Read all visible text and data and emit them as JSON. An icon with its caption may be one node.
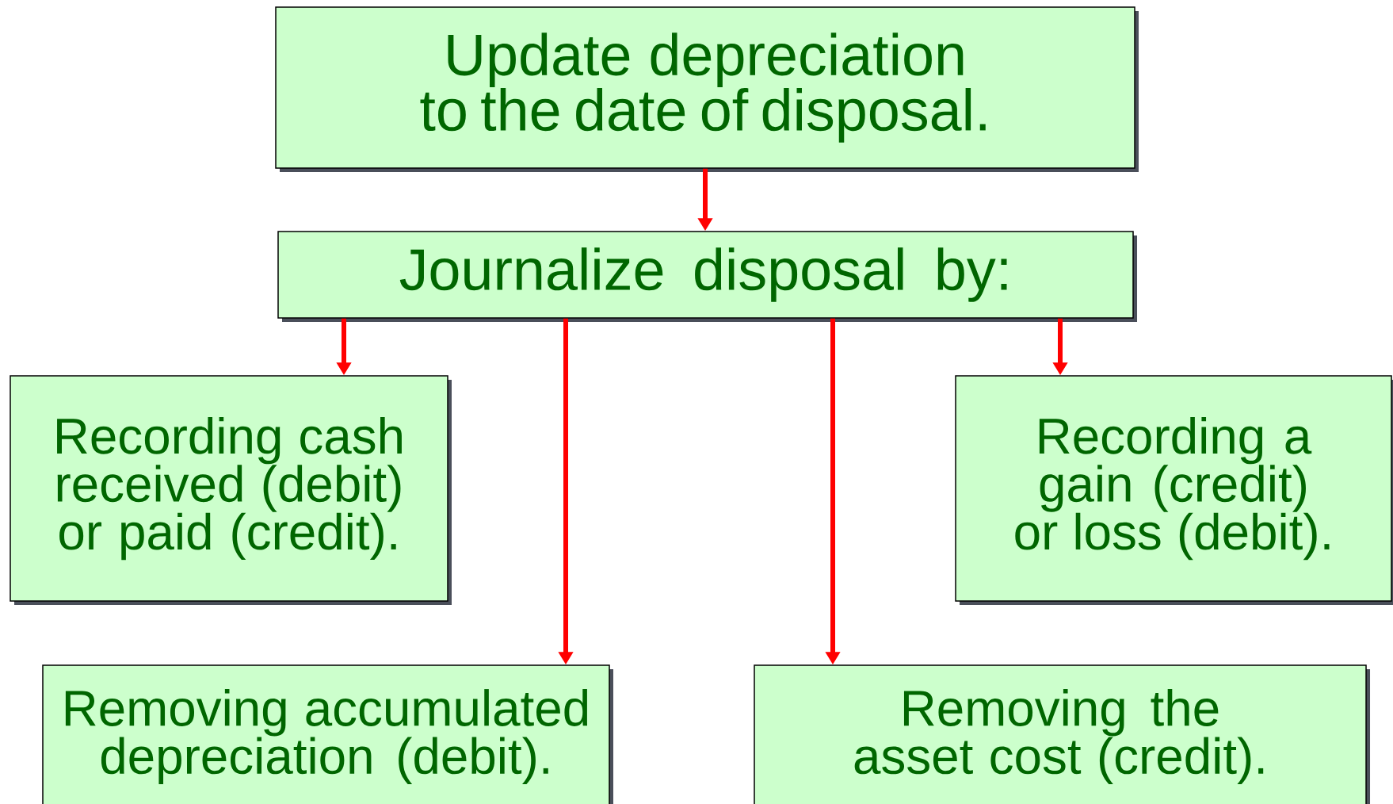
{
  "diagram": {
    "nodes": [
      {
        "text": [
          "Update depreciation to the date of disposal."
        ]
      },
      {
        "text": [
          "Journalize disposal by:"
        ]
      },
      {
        "text": [
          "Recording cash received (debit) or paid (credit)."
        ]
      },
      {
        "text": [
          "Recording a gain (credit) or loss (debit)."
        ]
      },
      {
        "text": [
          "Removing accumulated depreciation (debit)."
        ]
      },
      {
        "text": [
          "Removing the asset cost (credit)."
        ]
      }
    ],
    "edges": [
      {
        "from": 0,
        "to": 1,
        "arrow": "to"
      },
      {
        "from": 1,
        "to": 2,
        "arrow": "to"
      },
      {
        "from": 1,
        "to": 4,
        "arrow": "to"
      },
      {
        "from": 1,
        "to": 5,
        "arrow": "to"
      },
      {
        "from": 1,
        "to": 3,
        "arrow": "to"
      }
    ]
  }
}
